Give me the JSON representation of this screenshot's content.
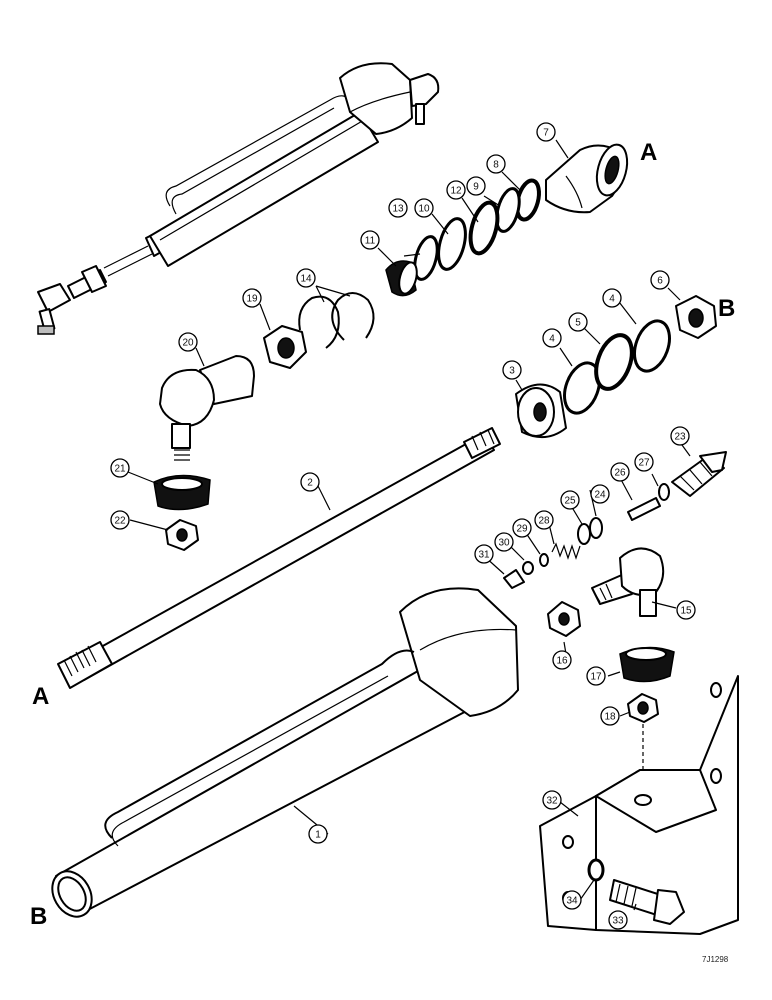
{
  "figure_code": "7J1298",
  "section_markers": {
    "a_top": "A",
    "b_right": "B",
    "a_left": "A",
    "b_left": "B"
  },
  "callouts": [
    {
      "n": "1",
      "label": "1"
    },
    {
      "n": "2",
      "label": "2"
    },
    {
      "n": "3",
      "label": "3"
    },
    {
      "n": "4a",
      "label": "4"
    },
    {
      "n": "4b",
      "label": "4"
    },
    {
      "n": "5",
      "label": "5"
    },
    {
      "n": "6",
      "label": "6"
    },
    {
      "n": "7",
      "label": "7"
    },
    {
      "n": "8",
      "label": "8"
    },
    {
      "n": "9",
      "label": "9"
    },
    {
      "n": "10",
      "label": "10"
    },
    {
      "n": "11",
      "label": "11"
    },
    {
      "n": "12",
      "label": "12"
    },
    {
      "n": "13",
      "label": "13"
    },
    {
      "n": "14",
      "label": "14"
    },
    {
      "n": "15",
      "label": "15"
    },
    {
      "n": "16",
      "label": "16"
    },
    {
      "n": "17",
      "label": "17"
    },
    {
      "n": "18",
      "label": "18"
    },
    {
      "n": "19",
      "label": "19"
    },
    {
      "n": "20",
      "label": "20"
    },
    {
      "n": "21",
      "label": "21"
    },
    {
      "n": "22",
      "label": "22"
    },
    {
      "n": "23",
      "label": "23"
    },
    {
      "n": "24",
      "label": "24"
    },
    {
      "n": "25",
      "label": "25"
    },
    {
      "n": "26",
      "label": "26"
    },
    {
      "n": "27",
      "label": "27"
    },
    {
      "n": "28",
      "label": "28"
    },
    {
      "n": "29",
      "label": "29"
    },
    {
      "n": "30",
      "label": "30"
    },
    {
      "n": "31",
      "label": "31"
    },
    {
      "n": "32",
      "label": "32"
    },
    {
      "n": "33",
      "label": "33"
    },
    {
      "n": "34",
      "label": "34"
    }
  ]
}
